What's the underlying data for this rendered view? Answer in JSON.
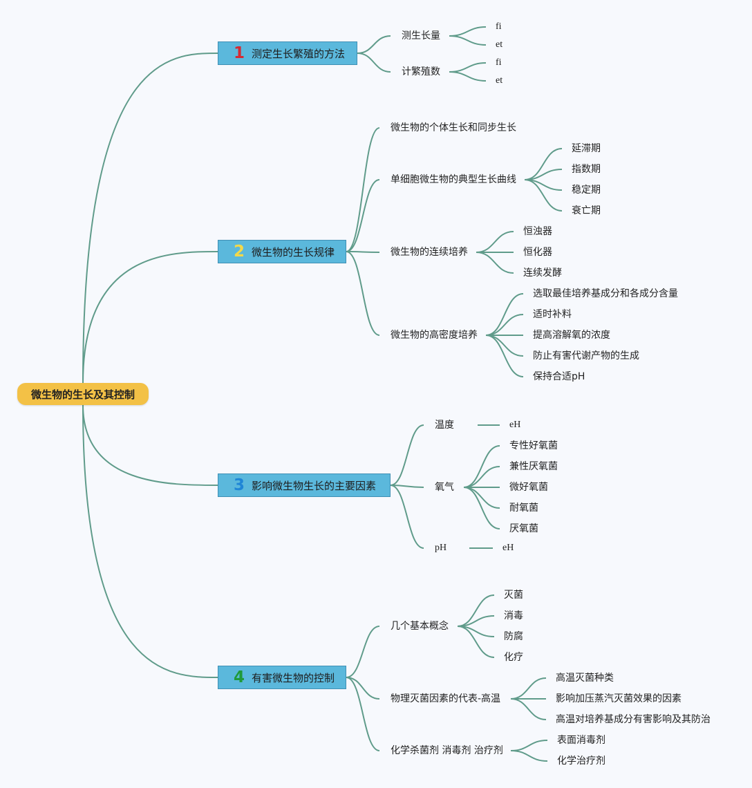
{
  "root": {
    "label": "微生物的生长及其控制"
  },
  "branches": [
    {
      "number": "1",
      "number_color": "#d42a33",
      "label": "测定生长繁殖的方法",
      "children": [
        {
          "label": "测生长量",
          "children": [
            {
              "label": "fi"
            },
            {
              "label": "et"
            }
          ]
        },
        {
          "label": "计繁殖数",
          "children": [
            {
              "label": "fi"
            },
            {
              "label": "et"
            }
          ]
        }
      ]
    },
    {
      "number": "2",
      "number_color": "#f3d84a",
      "label": "微生物的生长规律",
      "children": [
        {
          "label": "微生物的个体生长和同步生长",
          "children": []
        },
        {
          "label": "单细胞微生物的典型生长曲线",
          "children": [
            {
              "label": "延滞期"
            },
            {
              "label": "指数期"
            },
            {
              "label": "稳定期"
            },
            {
              "label": "衰亡期"
            }
          ]
        },
        {
          "label": "微生物的连续培养",
          "children": [
            {
              "label": "恒浊器"
            },
            {
              "label": "恒化器"
            },
            {
              "label": "连续发酵"
            }
          ]
        },
        {
          "label": "微生物的高密度培养",
          "children": [
            {
              "label": "选取最佳培养基成分和各成分含量"
            },
            {
              "label": "适时补料"
            },
            {
              "label": "提高溶解氧的浓度"
            },
            {
              "label": "防止有害代谢产物的生成"
            },
            {
              "label": "保持合适pH"
            }
          ]
        }
      ]
    },
    {
      "number": "3",
      "number_color": "#1f86d6",
      "label": "影响微生物生长的主要因素",
      "children": [
        {
          "label": "温度",
          "children": [
            {
              "label": "eH"
            }
          ]
        },
        {
          "label": "氧气",
          "children": [
            {
              "label": "专性好氧菌"
            },
            {
              "label": "兼性厌氧菌"
            },
            {
              "label": "微好氧菌"
            },
            {
              "label": "耐氧菌"
            },
            {
              "label": "厌氧菌"
            }
          ]
        },
        {
          "label": "pH",
          "children": [
            {
              "label": "eH"
            }
          ]
        }
      ]
    },
    {
      "number": "4",
      "number_color": "#1f9a3a",
      "label": "有害微生物的控制",
      "children": [
        {
          "label": "几个基本概念",
          "children": [
            {
              "label": "灭菌"
            },
            {
              "label": "消毒"
            },
            {
              "label": "防腐"
            },
            {
              "label": "化疗"
            }
          ]
        },
        {
          "label": "物理灭菌因素的代表-高温",
          "children": [
            {
              "label": "高温灭菌种类"
            },
            {
              "label": "影响加压蒸汽灭菌效果的因素"
            },
            {
              "label": "高温对培养基成分有害影响及其防治"
            }
          ]
        },
        {
          "label": "化学杀菌剂 消毒剂 治疗剂",
          "children": [
            {
              "label": "表面消毒剂"
            },
            {
              "label": "化学治疗剂"
            }
          ]
        }
      ]
    }
  ]
}
